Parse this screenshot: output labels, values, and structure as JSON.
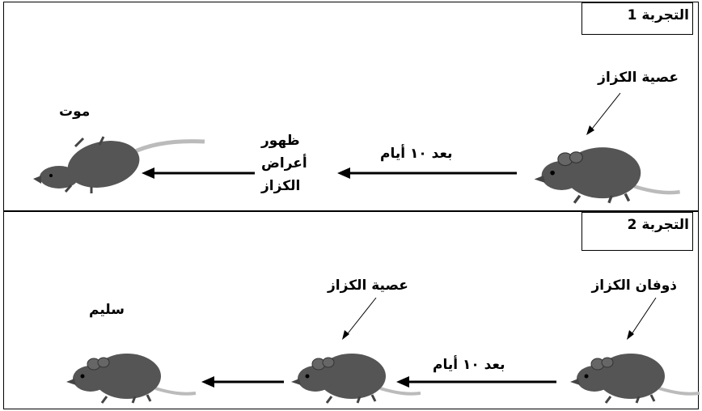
{
  "experiment1": {
    "title": "التجربة 1",
    "injection": "عصية الكزاز",
    "after": "بعد ١٠ أيام",
    "symptoms": [
      "ظهور",
      "أعراض",
      "الكزاز"
    ],
    "result": "موت"
  },
  "experiment2": {
    "title": "التجربة 2",
    "first_injection": "ذوفان الكزاز",
    "second_injection": "عصية الكزاز",
    "after": "بعد ١٠ أيام",
    "result": "سليم"
  }
}
